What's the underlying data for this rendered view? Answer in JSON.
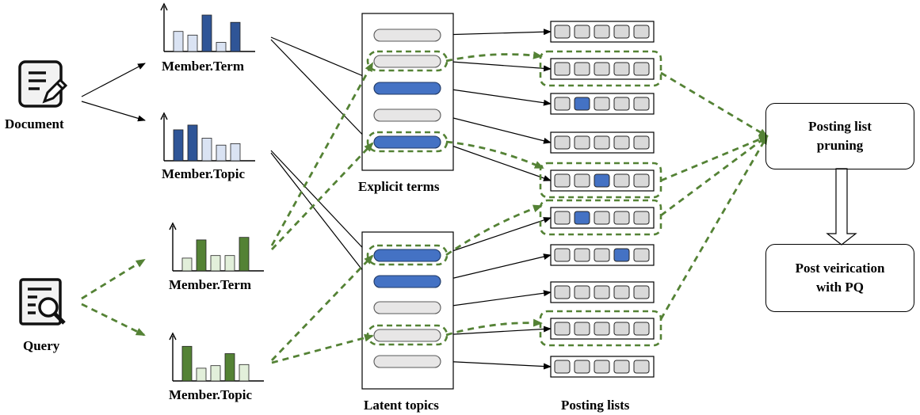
{
  "labels": {
    "document": "Document",
    "query": "Query",
    "doc_term": "Member.Term",
    "doc_topic": "Member.Topic",
    "query_term": "Member.Term",
    "query_topic": "Member.Topic",
    "explicit_terms": "Explicit terms",
    "latent_topics": "Latent topics",
    "posting_lists": "Posting lists",
    "pruning": "Posting list pruning",
    "verification": "Post veirication with PQ"
  },
  "colors": {
    "dark_blue": "#2f5597",
    "light_blue": "#dae3f3",
    "dark_green": "#548235",
    "light_green": "#e2efda",
    "selected_blue": "#4472c4",
    "slot_gray": "#d9d9d9",
    "dashed_green": "#548235"
  },
  "histograms": {
    "doc_term": {
      "values": [
        0.55,
        0.45,
        1.0,
        0.25,
        0.8
      ],
      "highlight": [
        false,
        false,
        true,
        false,
        true
      ]
    },
    "doc_topic": {
      "values": [
        0.85,
        0.98,
        0.62,
        0.43,
        0.47
      ],
      "highlight": [
        true,
        true,
        false,
        false,
        false
      ]
    },
    "query_term": {
      "values": [
        0.35,
        0.85,
        0.42,
        0.42,
        0.92
      ],
      "highlight": [
        false,
        true,
        false,
        false,
        true
      ]
    },
    "query_topic": {
      "values": [
        0.95,
        0.35,
        0.42,
        0.75,
        0.45
      ],
      "highlight": [
        true,
        false,
        false,
        true,
        false
      ]
    }
  },
  "explicit_terms": [
    {
      "selected": false,
      "query_match": false
    },
    {
      "selected": false,
      "query_match": true
    },
    {
      "selected": true,
      "query_match": false
    },
    {
      "selected": false,
      "query_match": false
    },
    {
      "selected": true,
      "query_match": true
    }
  ],
  "latent_topics": [
    {
      "selected": true,
      "query_match": true
    },
    {
      "selected": true,
      "query_match": false
    },
    {
      "selected": false,
      "query_match": false
    },
    {
      "selected": false,
      "query_match": true
    },
    {
      "selected": false,
      "query_match": false
    }
  ],
  "posting_lists": [
    {
      "selected_slot": -1,
      "highlighted": false
    },
    {
      "selected_slot": -1,
      "highlighted": true
    },
    {
      "selected_slot": 1,
      "highlighted": false
    },
    {
      "selected_slot": -1,
      "highlighted": false
    },
    {
      "selected_slot": 2,
      "highlighted": true
    },
    {
      "selected_slot": 1,
      "highlighted": true
    },
    {
      "selected_slot": 3,
      "highlighted": false
    },
    {
      "selected_slot": -1,
      "highlighted": false
    },
    {
      "selected_slot": -1,
      "highlighted": true
    },
    {
      "selected_slot": -1,
      "highlighted": false
    }
  ]
}
